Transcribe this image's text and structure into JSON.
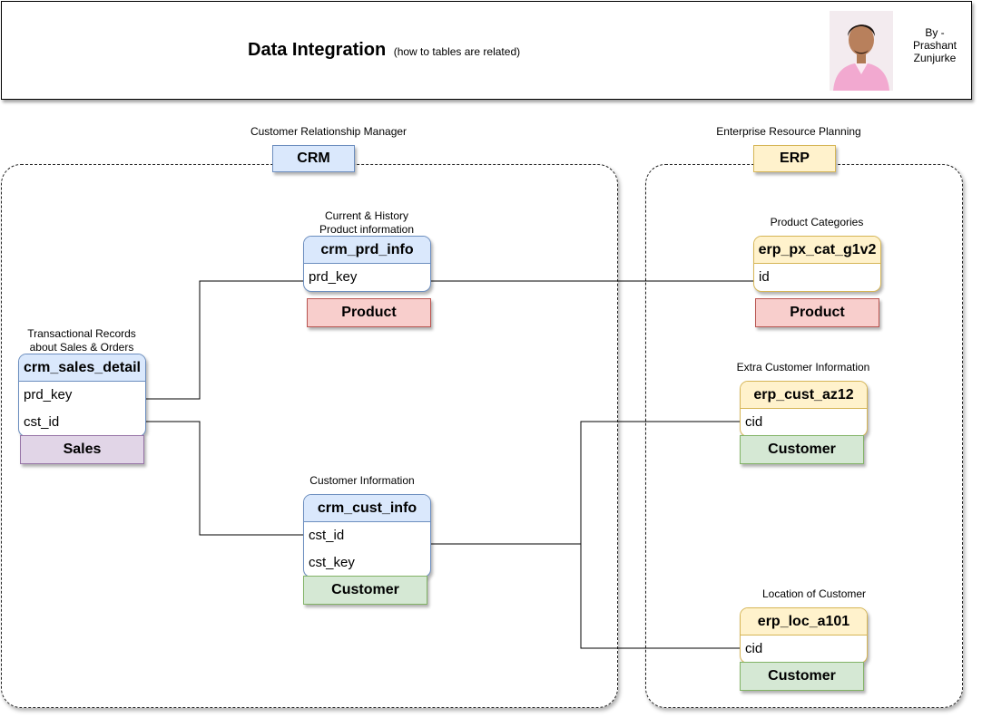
{
  "header": {
    "title": "Data Integration",
    "subtitle": "(how to tables are related)",
    "author_line1": "By -",
    "author_line2": "Prashant",
    "author_line3": "Zunjurke"
  },
  "crm": {
    "tag": "CRM",
    "caption": "Customer Relationship Manager"
  },
  "erp": {
    "tag": "ERP",
    "caption": "Enterprise Resource Planning"
  },
  "tables": {
    "crm_prd_info": {
      "caption_line1": "Current & History",
      "caption_line2": "Product information",
      "name": "crm_prd_info",
      "fields": [
        "prd_key"
      ],
      "category": "Product"
    },
    "crm_sales_detail": {
      "caption_line1": "Transactional Records",
      "caption_line2": "about Sales & Orders",
      "name": "crm_sales_detail",
      "fields": [
        "prd_key",
        "cst_id"
      ],
      "category": "Sales"
    },
    "crm_cust_info": {
      "caption_line1": "Customer Information",
      "name": "crm_cust_info",
      "fields": [
        "cst_id",
        "cst_key"
      ],
      "category": "Customer"
    },
    "erp_px_cat_g1v2": {
      "caption_line1": "Product Categories",
      "name": "erp_px_cat_g1v2",
      "fields": [
        "id"
      ],
      "category": "Product"
    },
    "erp_cust_az12": {
      "caption_line1": "Extra Customer Information",
      "name": "erp_cust_az12",
      "fields": [
        "cid"
      ],
      "category": "Customer"
    },
    "erp_loc_a101": {
      "caption_line1": "Location of Customer",
      "name": "erp_loc_a101",
      "fields": [
        "cid"
      ],
      "category": "Customer"
    }
  },
  "colors": {
    "crm_fill": "#dae8fc",
    "crm_stroke": "#6c8ebf",
    "erp_fill": "#fff2cc",
    "erp_stroke": "#d6b656",
    "product_fill": "#f8cecc",
    "customer_fill": "#d5e8d4",
    "sales_fill": "#e1d5e7"
  },
  "icons": {
    "author_photo": "person-photo"
  }
}
